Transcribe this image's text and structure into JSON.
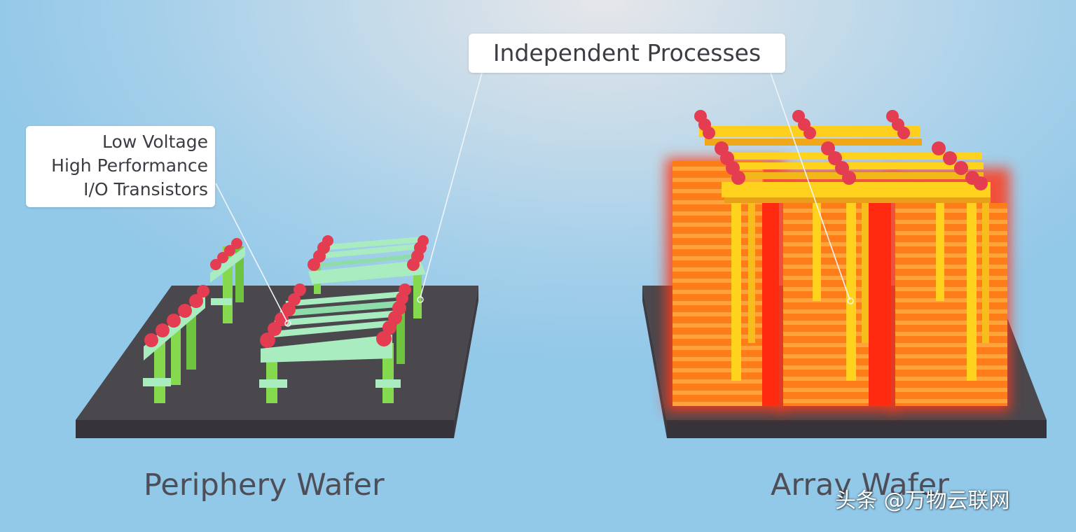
{
  "callouts": {
    "independent": "Independent Processes",
    "periphery_line1": "Low Voltage",
    "periphery_line2": "High Performance",
    "periphery_line3": "I/O Transistors"
  },
  "labels": {
    "periphery": "Periphery Wafer",
    "array": "Array Wafer"
  },
  "watermark": "头条 @万物云联网",
  "colors": {
    "wafer_top": "#4a474d",
    "wafer_side": "#36343a",
    "transistor_green": "#a9ecc0",
    "pillar_green": "#84d94e",
    "cap_red": "#e43c50",
    "array_orange": "#ff8a1e",
    "array_red": "#ff2a10",
    "array_yellow": "#ffd21e"
  }
}
